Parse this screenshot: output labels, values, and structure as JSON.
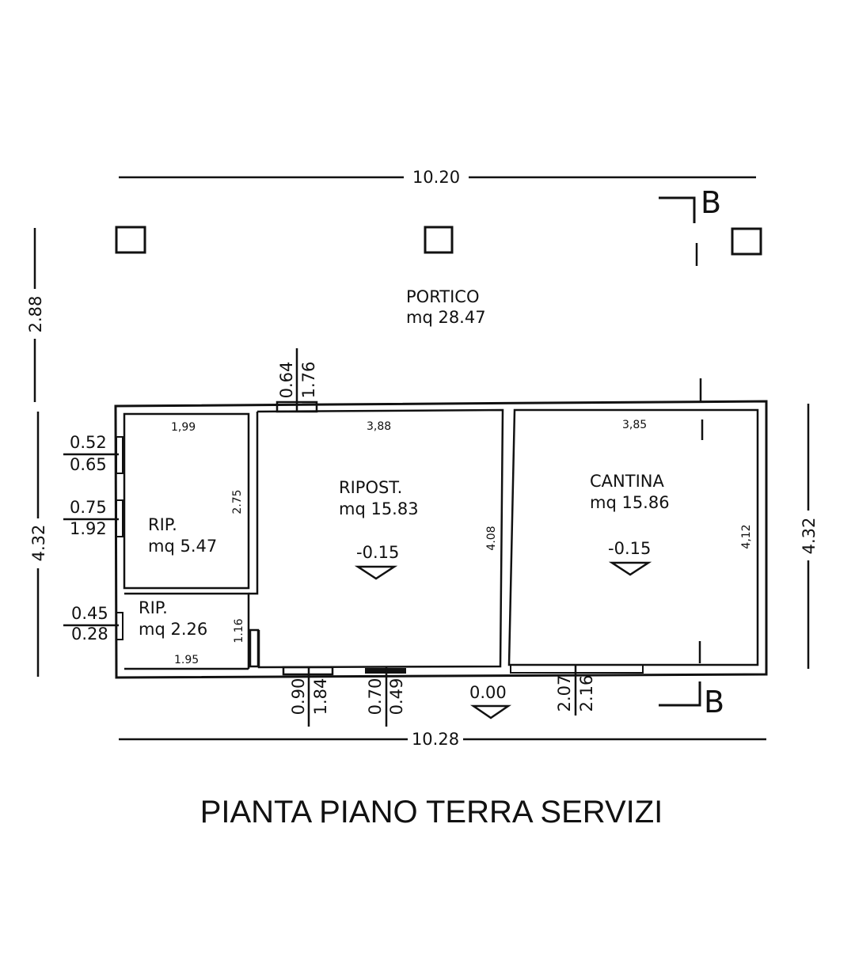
{
  "title": "PIANTA PIANO TERRA SERVIZI",
  "dimensions": {
    "top_width": "10.20",
    "bottom_width": "10.28",
    "left_portico_depth": "2.88",
    "left_height": "4.32",
    "right_height": "4.32"
  },
  "section_marker": "B",
  "portico": {
    "name": "PORTICO",
    "area": "mq 28.47"
  },
  "rooms": {
    "rip_large": {
      "name": "RIP.",
      "area": "mq 5.47",
      "width": "1,99",
      "depth": "2.75"
    },
    "rip_small": {
      "name": "RIP.",
      "area": "mq 2.26",
      "width": "1.95",
      "depth": "1.16"
    },
    "ripost": {
      "name": "RIPOST.",
      "area": "mq 15.83",
      "width": "3,88",
      "depth": "4.08",
      "level": "-0.15"
    },
    "cantina": {
      "name": "CANTINA",
      "area": "mq 15.86",
      "width": "3,85",
      "depth": "4,12",
      "level": "-0.15"
    }
  },
  "exterior_level": "0.00",
  "openings": {
    "top_window": {
      "width": "0.64",
      "height": "1.76"
    },
    "left_window_1": {
      "width": "0.52",
      "height": "0.65"
    },
    "left_window_2": {
      "width": "0.75",
      "height": "1.92"
    },
    "left_window_3": {
      "width": "0.45",
      "height": "0.28"
    },
    "bottom_door_1": {
      "width": "0.90",
      "height": "1.84"
    },
    "bottom_window": {
      "width": "0.70",
      "height": "0.49"
    },
    "bottom_door_2": {
      "width": "2.07",
      "height": "2.16"
    }
  }
}
